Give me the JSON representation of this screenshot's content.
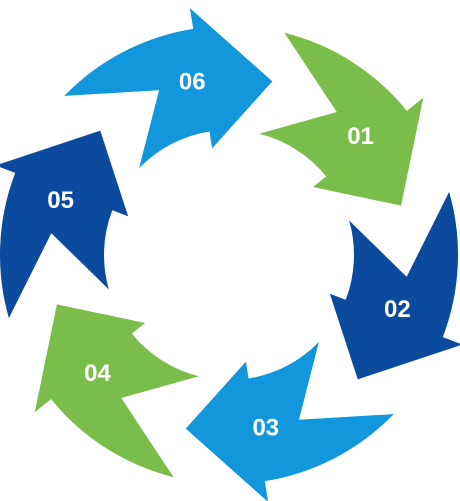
{
  "colors": {
    "green": "#7bbd4a",
    "dark_blue": "#0c4a9e",
    "light_blue": "#1296dc",
    "label": "#ffffff",
    "background": "#ffffff"
  },
  "segments": [
    {
      "label": "01",
      "color": "#7bbd4a"
    },
    {
      "label": "02",
      "color": "#0c4a9e"
    },
    {
      "label": "03",
      "color": "#1296dc"
    },
    {
      "label": "04",
      "color": "#7bbd4a"
    },
    {
      "label": "05",
      "color": "#0c4a9e"
    },
    {
      "label": "06",
      "color": "#1296dc"
    }
  ]
}
